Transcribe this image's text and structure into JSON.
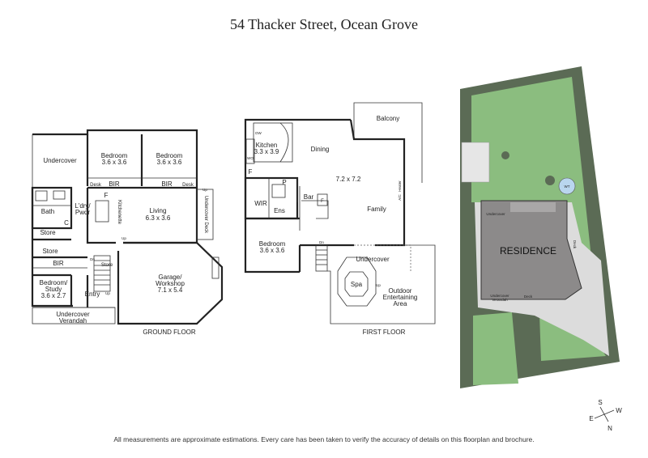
{
  "title": "54 Thacker Street, Ocean Grove",
  "footer": "All measurements are approximate estimations. Every care has been taken to verify the accuracy of details on this floorplan and brochure.",
  "ground_floor": {
    "caption": "GROUND FLOOR",
    "undercover": "Undercover",
    "bedroom1": "Bedroom",
    "bedroom1_size": "3.6 x 3.6",
    "bedroom2": "Bedroom",
    "bedroom2_size": "3.6 x 3.6",
    "desk1": "Desk",
    "bir1": "BIR",
    "bir2": "BIR",
    "desk2": "Desk",
    "up1": "Up",
    "bath": "Bath",
    "ldry": "L'dry/",
    "pwdr": "Pwdr",
    "c": "C",
    "f": "F",
    "kitchenette": "Kitchenette",
    "living": "Living",
    "living_size": "6.3 x 3.6",
    "undercover_deck": "Undercover Deck",
    "store1": "Store",
    "store2": "Store",
    "store3": "Store",
    "bir3": "BIR",
    "dn": "Dn",
    "up2": "Up",
    "up3": "Up",
    "bedroom_study": "Bedroom/",
    "study": "Study",
    "study_size": "3.6 x 2.7",
    "entry": "Entry",
    "garage": "Garage/",
    "workshop": "Workshop",
    "garage_size": "7.1 x 5.4",
    "verandah1": "Undercover",
    "verandah2": "Verandah"
  },
  "first_floor": {
    "caption": "FIRST FLOOR",
    "balcony": "Balcony",
    "dw": "DW",
    "wo": "WO",
    "kitchen": "Kitchen",
    "kitchen_size": "3.3 x 3.9",
    "dining": "Dining",
    "f1": "F",
    "family_size": "7.2 x 7.2",
    "p": "P",
    "wir": "WIR",
    "ens": "Ens",
    "bar": "Bar",
    "f2": "F",
    "heater": "Heater",
    "ac": "A/C",
    "family": "Family",
    "bedroom": "Bedroom",
    "bedroom_size": "3.6 x 3.6",
    "dn": "Dn",
    "undercover": "Undercover",
    "spa": "Spa",
    "up": "Up",
    "outdoor1": "Outdoor",
    "outdoor2": "Entertaining",
    "outdoor3": "Area"
  },
  "site": {
    "residence": "RESIDENCE",
    "undercover": "Undercover",
    "deck_right": "Deck",
    "undercover_verandah1": "Undercover",
    "undercover_verandah2": "Verandah",
    "deck_bottom": "Deck",
    "wt": "WT",
    "colors": {
      "lawn": "#8bbd7f",
      "building": "#8c8a8a",
      "hedge": "#5b6b55",
      "paving": "#dcdcdc"
    }
  },
  "compass": {
    "s": "S",
    "e": "E",
    "w": "W",
    "n": "N"
  }
}
